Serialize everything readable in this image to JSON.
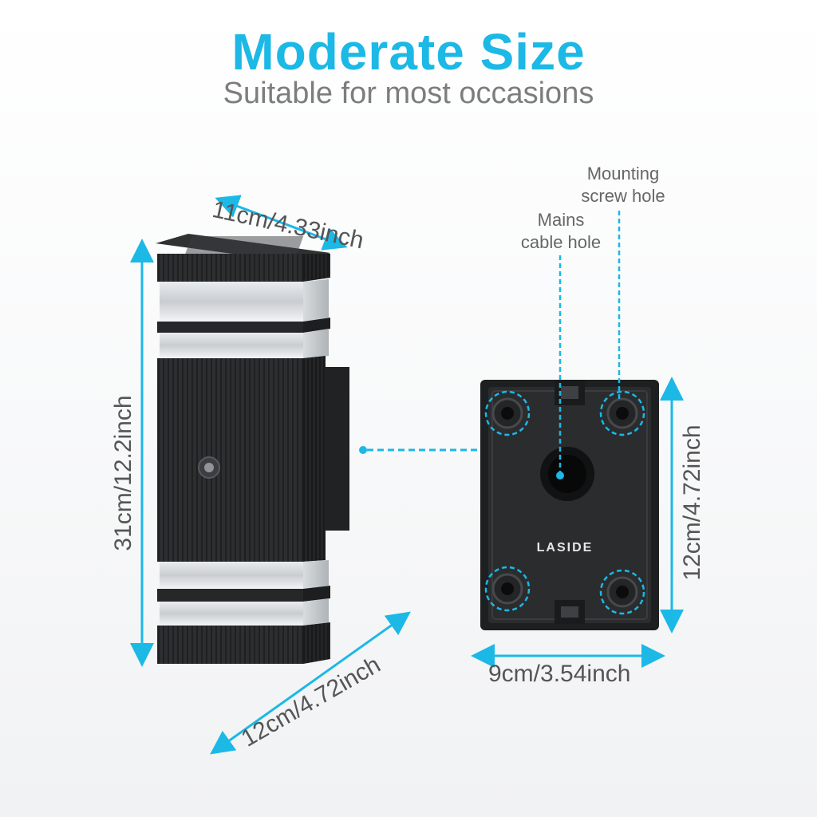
{
  "headline": "Moderate Size",
  "subheadline": "Suitable for most occasions",
  "dimensions": {
    "top_width": "11cm/4.33inch",
    "height": "31cm/12.2inch",
    "depth": "12cm/4.72inch",
    "base_height": "12cm/4.72inch",
    "base_width": "9cm/3.54inch"
  },
  "callouts": {
    "mounting_line1": "Mounting",
    "mounting_line2": "screw hole",
    "mains_line1": "Mains",
    "mains_line2": "cable hole"
  },
  "brand": "LASIDE",
  "colors": {
    "accent": "#1cb8e6",
    "text_gray": "#7d7d7d",
    "fixture_body": "#2a2c2e",
    "fixture_dark": "#1b1c1e"
  }
}
